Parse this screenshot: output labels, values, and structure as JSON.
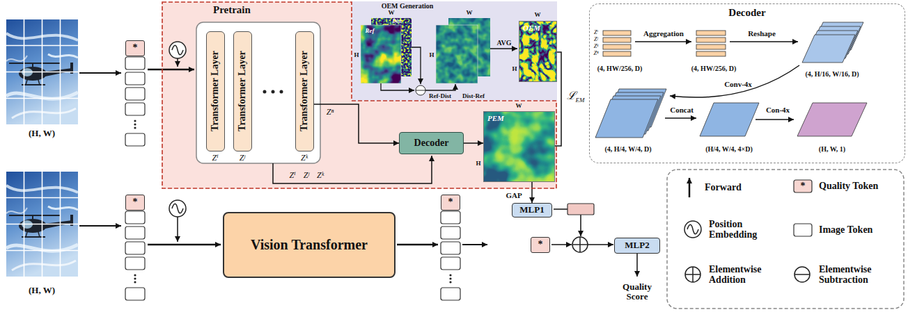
{
  "diagram": {
    "nodes": [
      {
        "text": [
          "Pretrain"
        ]
      },
      {
        "text": [
          "Transformer Layer"
        ],
        "in": 0
      },
      {
        "text": [
          "Transformer Layer"
        ],
        "in": 0
      },
      {
        "text": [
          "Transformer Layer"
        ],
        "in": 0
      },
      {
        "text": [
          "Decoder"
        ],
        "in": 0
      },
      {
        "text": [
          "PEM"
        ],
        "in": 0
      },
      {
        "text": [
          "OEM"
        ],
        "in": 0
      },
      {
        "text": [
          "*"
        ]
      },
      {
        "text": [
          "*"
        ]
      },
      {
        "text": [
          "Vision Transformer"
        ]
      },
      {
        "text": [
          "*"
        ]
      },
      {
        "text": [
          "MLP1"
        ]
      },
      {
        "text": [
          "*"
        ]
      },
      {
        "text": [
          "MLP2"
        ]
      },
      {
        "text": [
          "Decoder"
        ]
      }
    ],
    "edges": [
      {
        "from": 3,
        "to": 4,
        "arrow": "to"
      },
      {
        "from": 4,
        "to": 5,
        "arrow": "to"
      },
      {
        "from": 6,
        "to": 5,
        "arrow": "none"
      },
      {
        "from": 5,
        "to": 11,
        "arrow": "to"
      }
    ],
    "labels": [
      "(H, W)",
      "(H, W)",
      "Zⁱ",
      "Zʲ",
      "Zᵏ",
      "Zⁿ",
      "Zⁱ",
      "Zʲ",
      "Zᵏ",
      "OEM Generation",
      "W",
      "H",
      "Dist",
      "Ref",
      "W",
      "H",
      "Ref-Dist",
      "Dist-Ref",
      "AVG",
      "W",
      "H",
      "ℒ",
      "EM",
      "W",
      "H",
      "GAP",
      "Quality Score",
      "Zⁱ",
      "Zʲ",
      "Zᵏ",
      "Zⁿ",
      "Aggregation",
      "(4, HW/256, D)",
      "(4, HW/256, D)",
      "Reshape",
      "(4, H/16, W/16, D)",
      "Conv-4x",
      "(4, H/4, W/4, D)",
      "Concat",
      "(H/4, W/4, 4×D)",
      "Con-4x",
      "(H, W, 1)",
      "*"
    ],
    "legend": [
      {
        "text": "Forward"
      },
      {
        "text": "Quality Token"
      },
      {
        "text": "Position Embedding"
      },
      {
        "text": "Image Token"
      },
      {
        "text": "Elementwise Addition"
      },
      {
        "text": "Elementwise Subtraction"
      }
    ]
  }
}
